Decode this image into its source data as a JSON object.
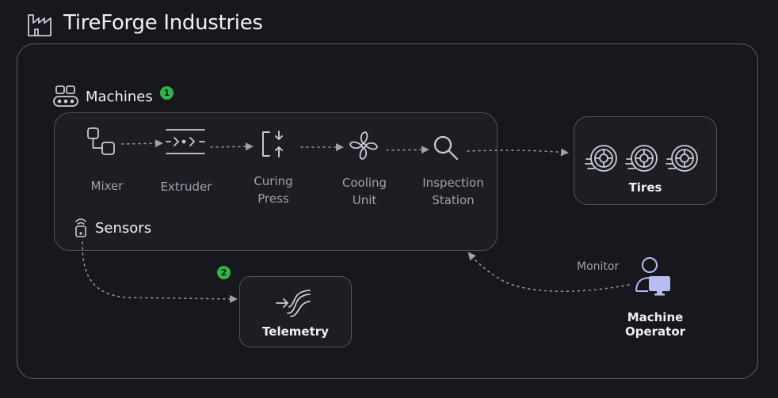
{
  "header": {
    "title": "TireForge Industries",
    "icon": "factory-icon"
  },
  "machines": {
    "label": "Machines",
    "badge": "1",
    "icon": "conveyor-icon",
    "stations": [
      {
        "line1": "Mixer",
        "line2": "",
        "icon": "mixer-icon"
      },
      {
        "line1": "Extruder",
        "line2": "",
        "icon": "extruder-icon"
      },
      {
        "line1": "Curing",
        "line2": "Press",
        "icon": "press-icon"
      },
      {
        "line1": "Cooling",
        "line2": "Unit",
        "icon": "fan-icon"
      },
      {
        "line1": "Inspection",
        "line2": "Station",
        "icon": "search-icon"
      }
    ]
  },
  "sensors": {
    "label": "Sensors",
    "icon": "sensor-icon"
  },
  "tires": {
    "label": "Tires",
    "icon": "tire-icon"
  },
  "telemetry": {
    "label": "Telemetry",
    "badge": "2",
    "icon": "telemetry-icon"
  },
  "operator": {
    "label": "Machine Operator",
    "edge_label": "Monitor",
    "icon": "operator-icon"
  },
  "colors": {
    "background": "#16181d",
    "border": "#5b5f69",
    "icon": "#c9ccd6",
    "badge": "#33b24a",
    "operator_icon": "#b9bcf2"
  }
}
